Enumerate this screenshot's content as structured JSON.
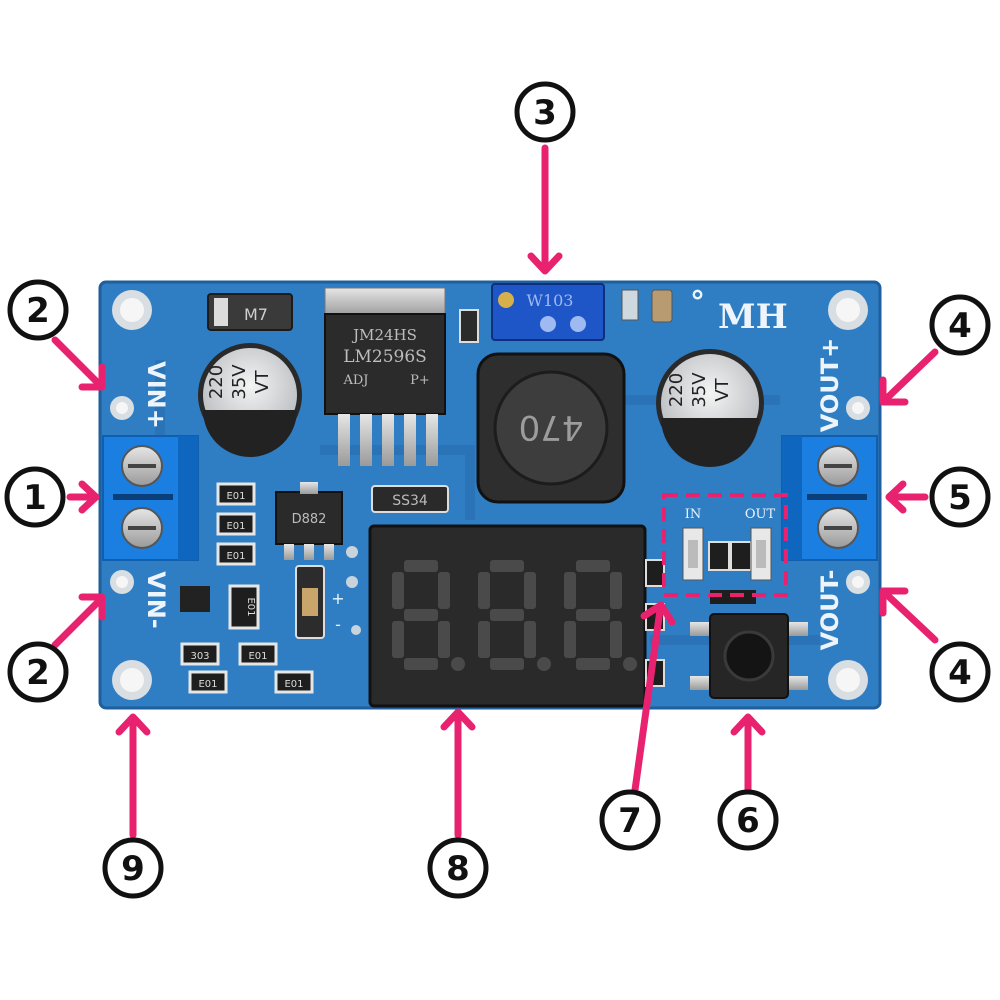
{
  "colors": {
    "board": "#2f7ec4",
    "board_dark": "#1f5f9e",
    "callout": "#e8226e",
    "terminal": "#1a7fe0",
    "display": "#2a2a2a",
    "segment": "#4a4a4a"
  },
  "silkscreen": {
    "vin_plus": "VIN+",
    "vin_minus": "VIN-",
    "vout_plus": "VOUT+",
    "vout_minus": "VOUT-",
    "brand": "MH",
    "degree": "°",
    "in": "IN",
    "out": "OUT",
    "plus": "+",
    "minus": "-"
  },
  "components": {
    "cap_left": [
      "220",
      "35V",
      "VT"
    ],
    "cap_right": [
      "220",
      "35V",
      "VT"
    ],
    "regulator": [
      "JM24HS",
      "LM2596S",
      "ADJ",
      "P+"
    ],
    "inductor": "470",
    "diode_top": "M7",
    "schottky": "SS34",
    "transistor": "D882",
    "trimmer": "W103",
    "resistors": [
      "E01",
      "E01",
      "E01",
      "E01",
      "303",
      "E01",
      "E01",
      "E01"
    ]
  },
  "callouts": [
    {
      "id": "1",
      "label": "1"
    },
    {
      "id": "2a",
      "label": "2"
    },
    {
      "id": "2b",
      "label": "2"
    },
    {
      "id": "3",
      "label": "3"
    },
    {
      "id": "4a",
      "label": "4"
    },
    {
      "id": "4b",
      "label": "4"
    },
    {
      "id": "5",
      "label": "5"
    },
    {
      "id": "6",
      "label": "6"
    },
    {
      "id": "7",
      "label": "7"
    },
    {
      "id": "8",
      "label": "8"
    },
    {
      "id": "9",
      "label": "9"
    }
  ]
}
